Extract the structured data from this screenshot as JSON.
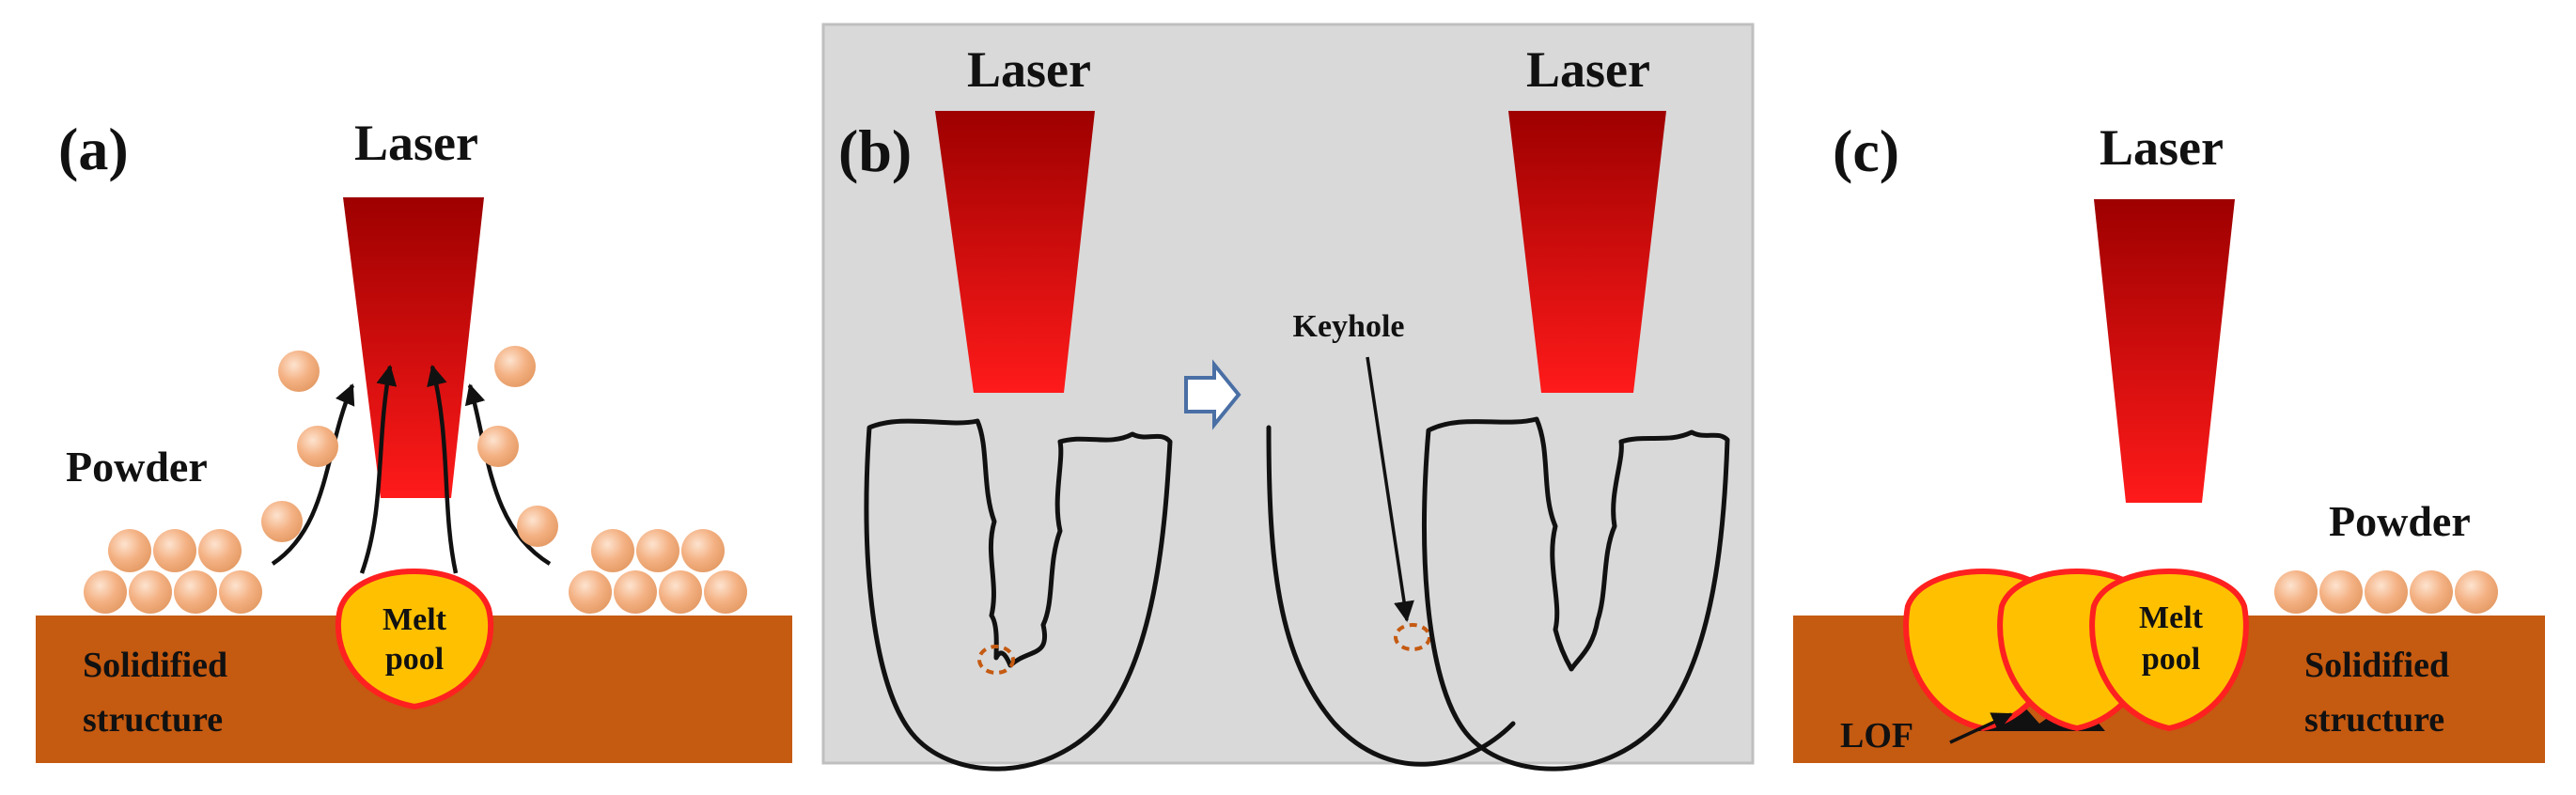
{
  "figure": {
    "panel_a": {
      "tag": "(a)",
      "laser_label": "Laser",
      "powder_label": "Powder",
      "melt_pool_line1": "Melt",
      "melt_pool_line2": "pool",
      "substrate_line1": "Solidified",
      "substrate_line2": "structure"
    },
    "panel_b": {
      "tag": "(b)",
      "laser_left_label": "Laser",
      "laser_right_label": "Laser",
      "keyhole_label": "Keyhole"
    },
    "panel_c": {
      "tag": "(c)",
      "laser_label": "Laser",
      "powder_label": "Powder",
      "melt_pool_line1": "Melt",
      "melt_pool_line2": "pool",
      "substrate_line1": "Solidified",
      "substrate_line2": "structure",
      "defect_label": "LOF"
    }
  },
  "colors": {
    "laser_top": "#9e0000",
    "laser_bottom": "#ff1a1a",
    "substrate": "#c55a11",
    "melt_pool_fill": "#ffc000",
    "melt_pool_edge": "#ff2020",
    "powder": "#f4b183",
    "panel_b_background": "#d9d9d9",
    "keyhole_pore": "#c55a11"
  }
}
